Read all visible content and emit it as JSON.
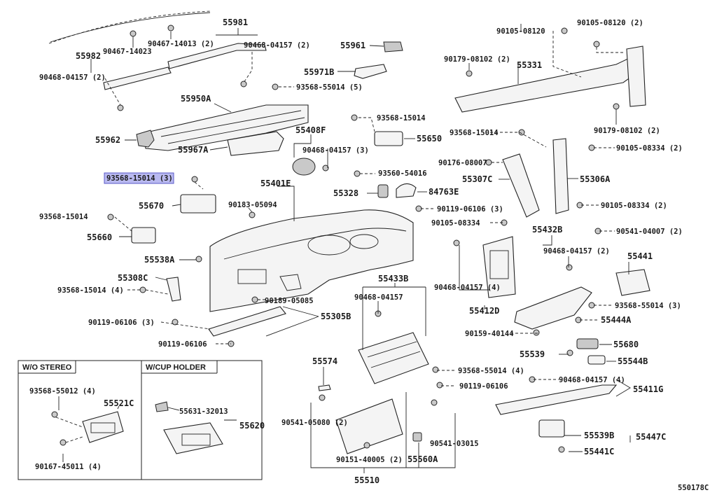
{
  "diagram_id": "550178C",
  "highlight_label": "93568-15014 (3)",
  "inset_labels": {
    "wo_stereo": "W/O STEREO",
    "w_cup_holder": "W/CUP HOLDER"
  },
  "labels": {
    "l55981": "55981",
    "l90467_14013": "90467-14013 (2)",
    "l90467_14023": "90467-14023",
    "l90468_04157_2a": "90468-04157 (2)",
    "l55982": "55982",
    "l90468_04157_2b": "90468-04157 (2)",
    "l93568_55014_5": "93568-55014 (5)",
    "l55950A": "55950A",
    "l55962": "55962",
    "l55967A": "55967A",
    "l55961": "55961",
    "l55971B": "55971B",
    "l93568_15014a": "93568-15014",
    "l55650": "55650",
    "l55408F": "55408F",
    "l90468_04157_3": "90468-04157 (3)",
    "l93560_54016": "93560-54016",
    "l55328": "55328",
    "l84763E": "84763E",
    "l55401E": "55401E",
    "l90183_05094": "90183-05094",
    "l55670": "55670",
    "l93568_15014b": "93568-15014",
    "l55660": "55660",
    "l55538A": "55538A",
    "l55308C": "55308C",
    "l93568_15014_4": "93568-15014 (4)",
    "l90189_05085": "90189-05085",
    "l55305B": "55305B",
    "l90119_06106_3a": "90119-06106 (3)",
    "l90119_06106a": "90119-06106",
    "l90105_08120": "90105-08120",
    "l90105_08120_2": "90105-08120 (2)",
    "l90179_08102_2a": "90179-08102 (2)",
    "l55331": "55331",
    "l90179_08102_2b": "90179-08102 (2)",
    "l93568_15014c": "93568-15014",
    "l90105_08334_2a": "90105-08334 (2)",
    "l90176_08007": "90176-08007",
    "l55307C": "55307C",
    "l55306A": "55306A",
    "l90119_06106_3b": "90119-06106 (3)",
    "l90105_08334": "90105-08334",
    "l90105_08334_2b": "90105-08334 (2)",
    "l55432B": "55432B",
    "l90541_04007_2": "90541-04007 (2)",
    "l90468_04157_2c": "90468-04157 (2)",
    "l55441": "55441",
    "l90468_04157_4a": "90468-04157 (4)",
    "l55412D": "55412D",
    "l93568_55014_3": "93568-55014 (3)",
    "l55444A": "55444A",
    "l90159_40144": "90159-40144",
    "l55433B": "55433B",
    "l90468_04157b": "90468-04157",
    "l55680": "55680",
    "l55539": "55539",
    "l55544B": "55544B",
    "l93568_55014_4": "93568-55014 (4)",
    "l55574": "55574",
    "l90119_06106b": "90119-06106",
    "l90468_04157_4b": "90468-04157 (4)",
    "l55411G": "55411G",
    "l90541_05080_2": "90541-05080 (2)",
    "l90541_03015": "90541-03015",
    "l90151_40005_2": "90151-40005 (2)",
    "l55560A": "55560A",
    "l55510": "55510",
    "l55539B": "55539B",
    "l55447C": "55447C",
    "l55441C": "55441C",
    "l93568_55012_4": "93568-55012 (4)",
    "l55521C": "55521C",
    "l90167_45011_4": "90167-45011 (4)",
    "l55631_32013": "55631-32013",
    "l55620": "55620"
  }
}
